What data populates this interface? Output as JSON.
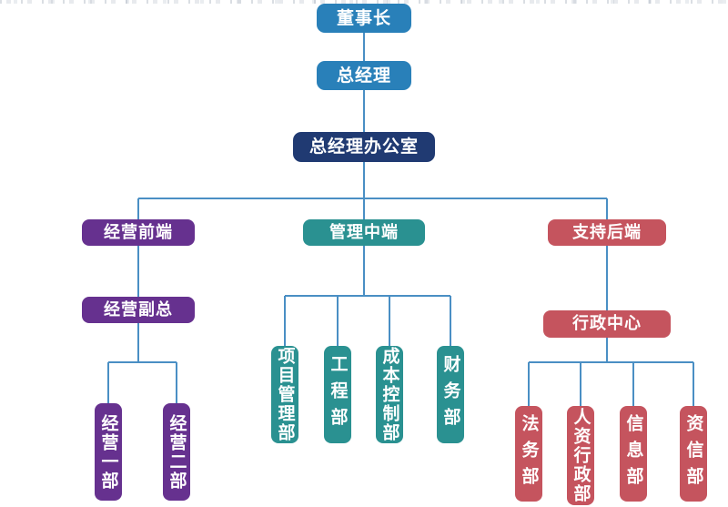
{
  "colors": {
    "blue": "#2980b9",
    "navy": "#203a72",
    "purple": "#66318f",
    "teal": "#2a9191",
    "red": "#c5545e",
    "line": "#4a8fc4",
    "background": "#ffffff",
    "text": "#ffffff"
  },
  "org": {
    "chairman": "董事长",
    "general_manager": "总经理",
    "gm_office": "总经理办公室",
    "branches": {
      "front": {
        "label": "经营前端",
        "deputy": "经营副总",
        "departments": [
          "经营一部",
          "经营二部"
        ]
      },
      "middle": {
        "label": "管理中端",
        "departments": [
          "项目管理部",
          "工程部",
          "成本控制部",
          "财务部"
        ]
      },
      "back": {
        "label": "支持后端",
        "admin_center": "行政中心",
        "departments": [
          "法务部",
          "人资行政部",
          "信息部",
          "资信部"
        ]
      }
    }
  }
}
